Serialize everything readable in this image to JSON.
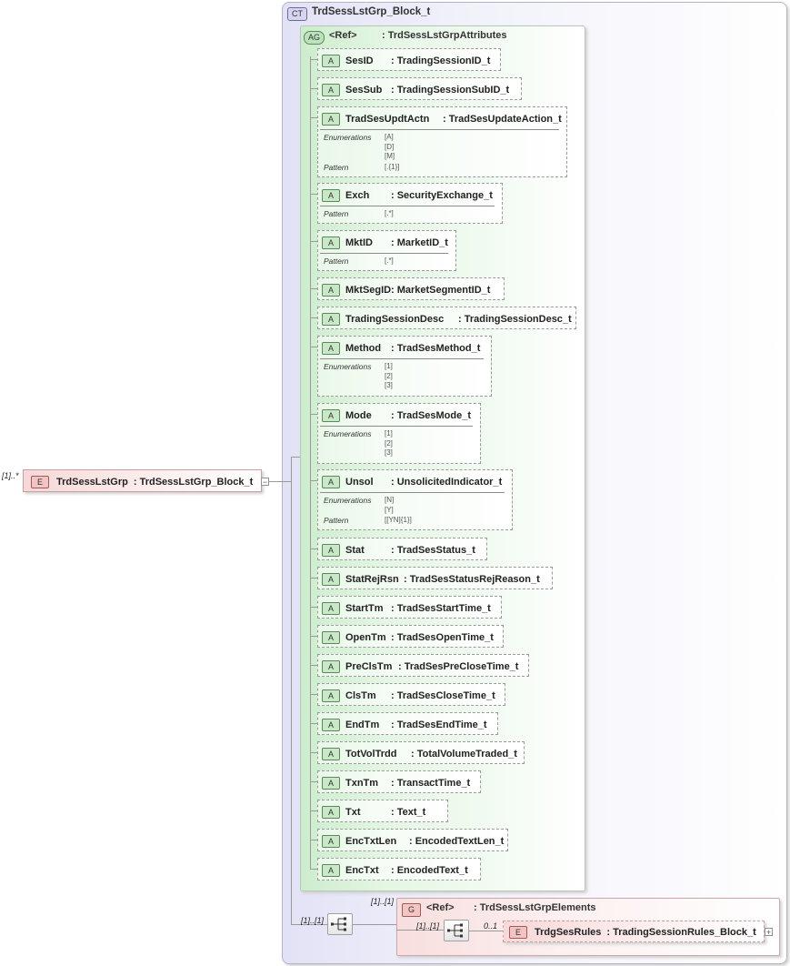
{
  "complex_type": {
    "badge": "CT",
    "title": "TrdSessLstGrp_Block_t"
  },
  "attribute_group": {
    "badge": "AG",
    "ref": "<Ref>",
    "type": ": TrdSessLstGrpAttributes"
  },
  "root_element": {
    "multiplicity": "[1]..*",
    "badge": "E",
    "name": "TrdSessLstGrp",
    "type": ": TrdSessLstGrp_Block_t",
    "collapse_symbol": "−"
  },
  "attributes": [
    {
      "badge": "A",
      "name": "SesID",
      "type": ": TradingSessionID_t"
    },
    {
      "badge": "A",
      "name": "SesSub",
      "type": ": TradingSessionSubID_t"
    },
    {
      "badge": "A",
      "name": "TradSesUpdtActn",
      "type": ": TradSesUpdateAction_t",
      "facets": [
        {
          "label": "Enumerations",
          "values": [
            "[A]",
            "[D]",
            "[M]"
          ]
        },
        {
          "label": "Pattern",
          "values": [
            "[.{1}]"
          ]
        }
      ]
    },
    {
      "badge": "A",
      "name": "Exch",
      "type": ": SecurityExchange_t",
      "facets": [
        {
          "label": "Pattern",
          "values": [
            "[.*]"
          ]
        }
      ]
    },
    {
      "badge": "A",
      "name": "MktID",
      "type": ": MarketID_t",
      "facets": [
        {
          "label": "Pattern",
          "values": [
            "[.*]"
          ]
        }
      ]
    },
    {
      "badge": "A",
      "name": "MktSegID",
      "type": ": MarketSegmentID_t"
    },
    {
      "badge": "A",
      "name": "TradingSessionDesc",
      "type": ": TradingSessionDesc_t"
    },
    {
      "badge": "A",
      "name": "Method",
      "type": ": TradSesMethod_t",
      "facets": [
        {
          "label": "Enumerations",
          "values": [
            "[1]",
            "[2]",
            "[3]"
          ]
        }
      ]
    },
    {
      "badge": "A",
      "name": "Mode",
      "type": ": TradSesMode_t",
      "facets": [
        {
          "label": "Enumerations",
          "values": [
            "[1]",
            "[2]",
            "[3]"
          ]
        }
      ]
    },
    {
      "badge": "A",
      "name": "Unsol",
      "type": ": UnsolicitedIndicator_t",
      "facets": [
        {
          "label": "Enumerations",
          "values": [
            "[N]",
            "[Y]"
          ]
        },
        {
          "label": "Pattern",
          "values": [
            "[[YN]{1}]"
          ]
        }
      ]
    },
    {
      "badge": "A",
      "name": "Stat",
      "type": ": TradSesStatus_t"
    },
    {
      "badge": "A",
      "name": "StatRejRsn",
      "type": ": TradSesStatusRejReason_t"
    },
    {
      "badge": "A",
      "name": "StartTm",
      "type": ": TradSesStartTime_t"
    },
    {
      "badge": "A",
      "name": "OpenTm",
      "type": ": TradSesOpenTime_t"
    },
    {
      "badge": "A",
      "name": "PreClsTm",
      "type": ": TradSesPreCloseTime_t"
    },
    {
      "badge": "A",
      "name": "ClsTm",
      "type": ": TradSesCloseTime_t"
    },
    {
      "badge": "A",
      "name": "EndTm",
      "type": ": TradSesEndTime_t"
    },
    {
      "badge": "A",
      "name": "TotVolTrdd",
      "type": ": TotalVolumeTraded_t"
    },
    {
      "badge": "A",
      "name": "TxnTm",
      "type": ": TransactTime_t"
    },
    {
      "badge": "A",
      "name": "Txt",
      "type": ": Text_t"
    },
    {
      "badge": "A",
      "name": "EncTxtLen",
      "type": ": EncodedTextLen_t"
    },
    {
      "badge": "A",
      "name": "EncTxt",
      "type": ": EncodedText_t"
    }
  ],
  "sequence": {
    "multiplicity": "[1]..[1]"
  },
  "element_group": {
    "multiplicity": "[1]..[1]",
    "badge": "G",
    "ref": "<Ref>",
    "type": ": TrdSessLstGrpElements",
    "inner_sequence_multiplicity": "[1]..[1]",
    "child": {
      "multiplicity": "0..1",
      "badge": "E",
      "name": "TrdgSesRules",
      "type": ": TradingSessionRules_Block_t",
      "expand_symbol": "+"
    }
  },
  "colors": {
    "complex_type": "#e2e2f6",
    "attribute_group": "#cdeccd",
    "element": "#f7d8d8",
    "connector": "#9a9a9a"
  }
}
